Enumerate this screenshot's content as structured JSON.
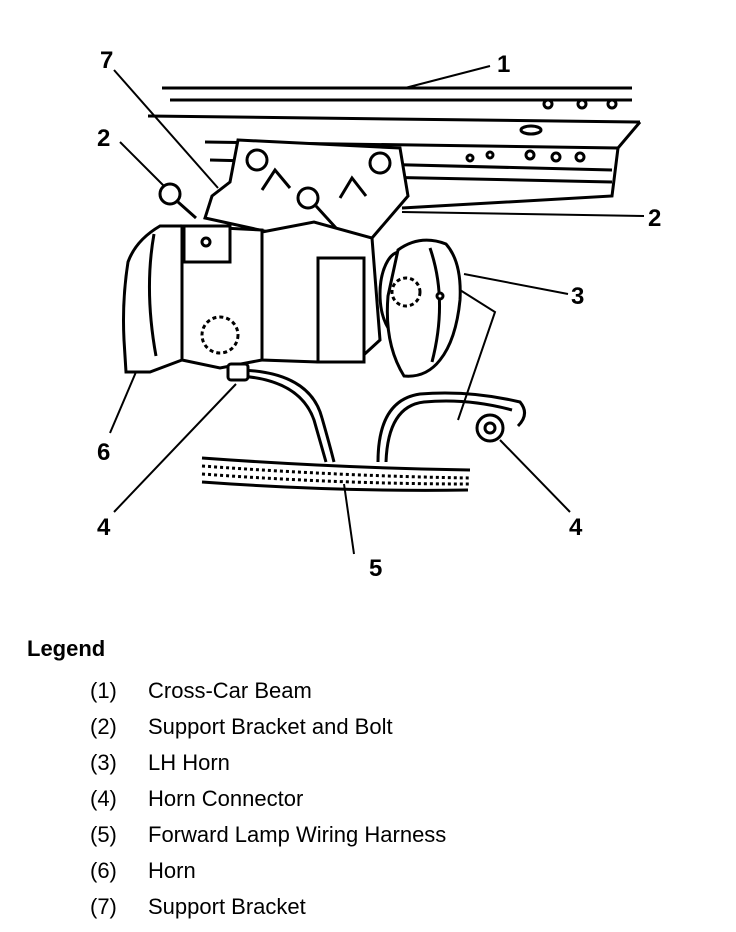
{
  "callouts": {
    "c1": "1",
    "c2_left": "2",
    "c2_right": "2",
    "c3": "3",
    "c4_left": "4",
    "c4_right": "4",
    "c5": "5",
    "c6": "6",
    "c7": "7"
  },
  "legend": {
    "title": "Legend",
    "items": [
      {
        "num": "(1)",
        "text": "Cross-Car Beam"
      },
      {
        "num": "(2)",
        "text": "Support Bracket and Bolt"
      },
      {
        "num": "(3)",
        "text": "LH Horn"
      },
      {
        "num": "(4)",
        "text": "Horn Connector"
      },
      {
        "num": "(5)",
        "text": "Forward Lamp Wiring Harness"
      },
      {
        "num": "(6)",
        "text": "Horn"
      },
      {
        "num": "(7)",
        "text": "Support Bracket"
      }
    ]
  }
}
